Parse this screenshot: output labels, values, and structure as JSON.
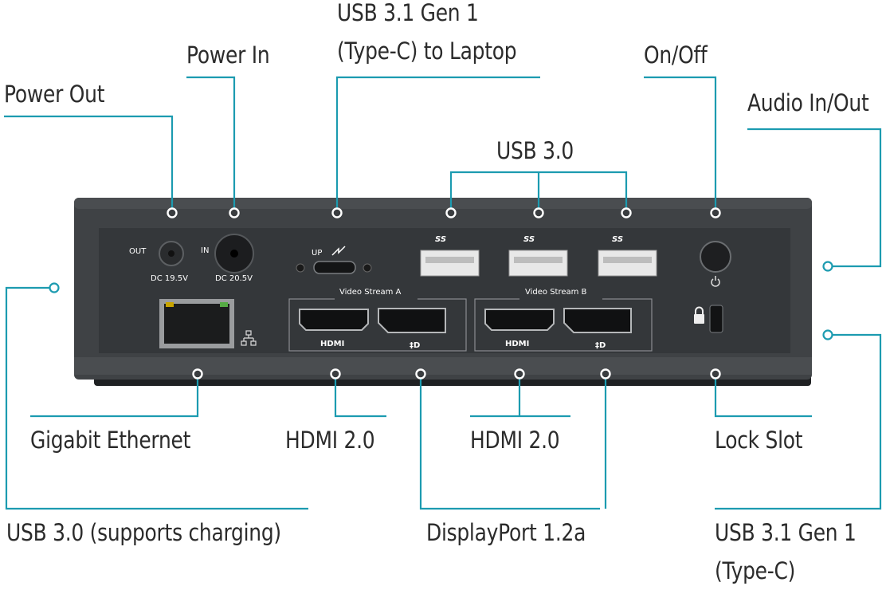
{
  "callouts": {
    "power_out": "Power Out",
    "power_in": "Power In",
    "usb31_laptop": "USB 3.1 Gen 1\n(Type-C) to Laptop",
    "on_off": "On/Off",
    "audio": "Audio In/Out",
    "usb30_top": "USB 3.0",
    "gigabit": "Gigabit Ethernet",
    "hdmi_a": "HDMI 2.0",
    "hdmi_b": "HDMI 2.0",
    "lock": "Lock Slot",
    "usb30_charging": "USB 3.0 (supports charging)",
    "displayport": "DisplayPort 1.2a",
    "usb31_typec": "USB 3.1 Gen 1\n(Type-C)"
  },
  "device_labels": {
    "out": "OUT",
    "in": "IN",
    "dc_out": "DC 19.5V",
    "dc_in": "DC 20.5V",
    "up": "UP",
    "video_a": "Video Stream A",
    "video_b": "Video Stream B",
    "hdmi_1": "HDMI",
    "hdmi_2": "HDMI",
    "ss_1": "SS",
    "ss_2": "SS",
    "ss_3": "SS"
  },
  "colors": {
    "leader": "#1c9bb0",
    "device_body": "#3a3d40",
    "text": "#2b2b2b"
  },
  "icons": [
    "network-icon",
    "power-symbol-icon",
    "lock-icon",
    "displayport-icon",
    "usb-ss-icon",
    "thunderbolt-up-icon"
  ]
}
